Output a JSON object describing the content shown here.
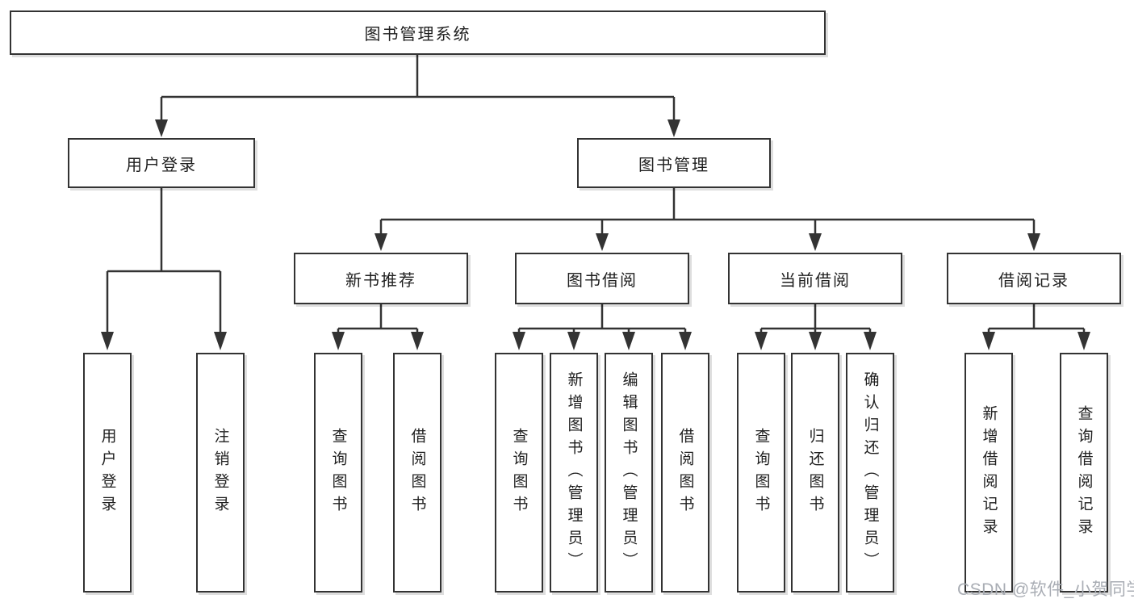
{
  "title": "图书管理系统",
  "colors": {
    "line": "#333333",
    "text": "#1f1f1f",
    "box-bg": "#ffffff",
    "canvas-bg": "#ffffff",
    "watermark": "#a9adb4"
  },
  "watermark": {
    "text": "CSDN @软件_小贺同学"
  },
  "tree": {
    "label": "图书管理系统",
    "children": [
      {
        "label": "用户登录",
        "children": [
          {
            "label": "用户登录"
          },
          {
            "label": "注销登录"
          }
        ]
      },
      {
        "label": "图书管理",
        "children": [
          {
            "label": "新书推荐",
            "children": [
              {
                "label": "查询图书"
              },
              {
                "label": "借阅图书"
              }
            ]
          },
          {
            "label": "图书借阅",
            "children": [
              {
                "label": "查询图书"
              },
              {
                "label": "新增图书（管理员）"
              },
              {
                "label": "编辑图书（管理员）"
              },
              {
                "label": "借阅图书"
              }
            ]
          },
          {
            "label": "当前借阅",
            "children": [
              {
                "label": "查询图书"
              },
              {
                "label": "归还图书"
              },
              {
                "label": "确认归还（管理员）"
              }
            ]
          },
          {
            "label": "借阅记录",
            "children": [
              {
                "label": "新增借阅记录"
              },
              {
                "label": "查询借阅记录"
              }
            ]
          }
        ]
      }
    ]
  }
}
